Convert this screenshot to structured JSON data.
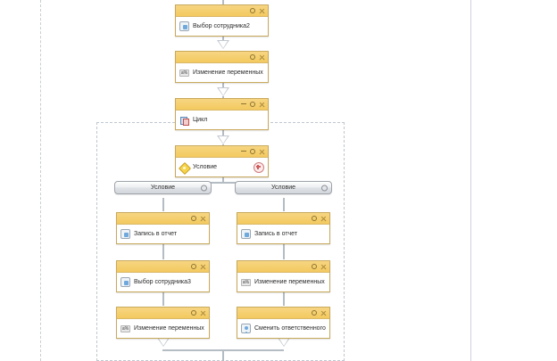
{
  "app": {
    "kind": "business-process-designer-canvas",
    "colors": {
      "node_header_top": "#f7d682",
      "node_header_bottom": "#f3c95f",
      "node_border": "#c9a95c",
      "connector": "#b4bcc4",
      "dashed_guide": "#c8ced6",
      "plus_accent": "#cf5b5b"
    }
  },
  "nodes": [
    {
      "id": "n1",
      "title": "Выбор сотрудника2",
      "icon": "document-icon",
      "controls": [
        "gear-icon",
        "close-icon"
      ],
      "has_minimize": false,
      "has_plus": false
    },
    {
      "id": "n2",
      "title": "Изменение переменных",
      "icon": "variable-icon",
      "controls": [
        "gear-icon",
        "close-icon"
      ],
      "has_minimize": false,
      "has_plus": false
    },
    {
      "id": "n3",
      "title": "Цикл",
      "icon": "loop-icon",
      "controls": [
        "minimize-icon",
        "gear-icon",
        "close-icon"
      ],
      "has_minimize": true,
      "has_plus": false
    },
    {
      "id": "n4",
      "title": "Условие",
      "icon": "condition-icon",
      "controls": [
        "minimize-icon",
        "gear-icon",
        "close-icon"
      ],
      "has_minimize": true,
      "has_plus": true
    },
    {
      "id": "n5",
      "title": "Запись в отчет",
      "icon": "document-icon",
      "controls": [
        "gear-icon",
        "close-icon"
      ],
      "has_minimize": false,
      "has_plus": false
    },
    {
      "id": "n6",
      "title": "Запись в отчет",
      "icon": "document-icon",
      "controls": [
        "gear-icon",
        "close-icon"
      ],
      "has_minimize": false,
      "has_plus": false
    },
    {
      "id": "n7",
      "title": "Выбор сотрудника3",
      "icon": "document-icon",
      "controls": [
        "gear-icon",
        "close-icon"
      ],
      "has_minimize": false,
      "has_plus": false
    },
    {
      "id": "n8",
      "title": "Изменение переменных",
      "icon": "variable-icon",
      "controls": [
        "gear-icon",
        "close-icon"
      ],
      "has_minimize": false,
      "has_plus": false
    },
    {
      "id": "n9",
      "title": "Изменение переменных",
      "icon": "variable-icon",
      "controls": [
        "gear-icon",
        "close-icon"
      ],
      "has_minimize": false,
      "has_plus": false
    },
    {
      "id": "n10",
      "title": "Сменить ответственного",
      "icon": "person-icon",
      "controls": [
        "gear-icon",
        "close-icon"
      ],
      "has_minimize": false,
      "has_plus": false
    }
  ],
  "branches": [
    {
      "id": "b1",
      "label": "Условие",
      "gear": "gear-icon"
    },
    {
      "id": "b2",
      "label": "Условие",
      "gear": "gear-icon"
    }
  ],
  "variable_icon_text": "a%"
}
